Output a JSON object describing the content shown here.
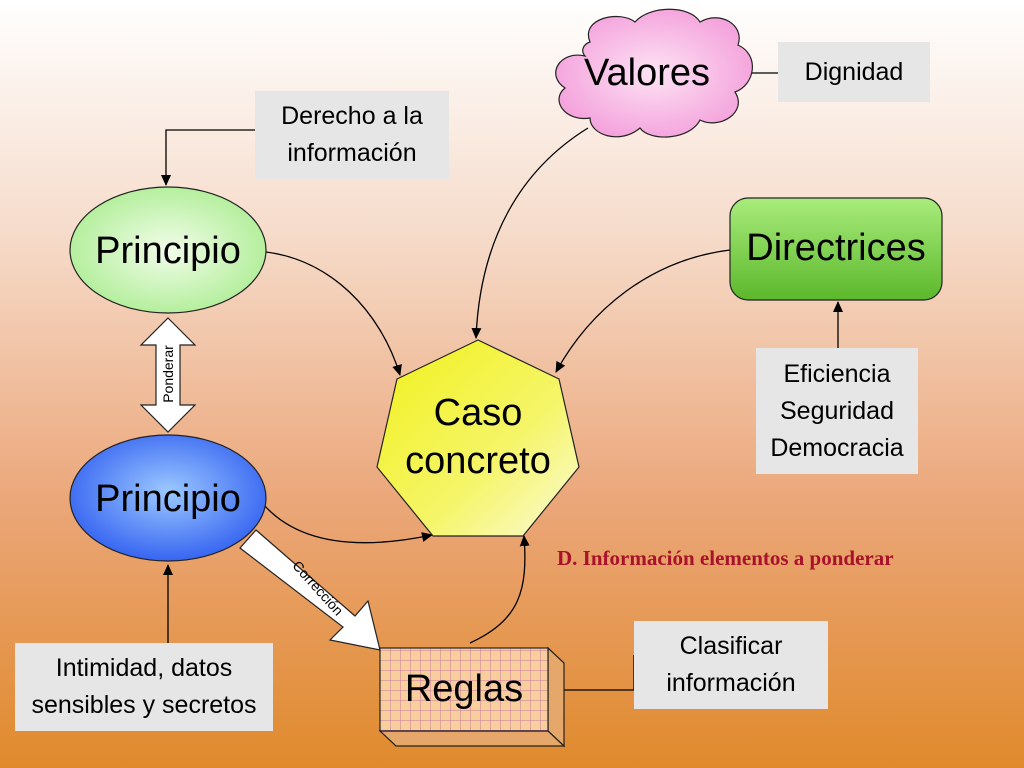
{
  "nodes": {
    "valores": "Valores",
    "principio_top": "Principio",
    "principio_bottom": "Principio",
    "directrices": "Directrices",
    "caso_concreto_line1": "Caso",
    "caso_concreto_line2": "concreto",
    "reglas": "Reglas"
  },
  "boxes": {
    "dignidad": "Dignidad",
    "derecho_line1": "Derecho a la",
    "derecho_line2": "información",
    "eficiencia": "Eficiencia",
    "seguridad": "Seguridad",
    "democracia": "Democracia",
    "intimidad_line1": "Intimidad, datos",
    "intimidad_line2": "sensibles y secretos",
    "clasificar_line1": "Clasificar",
    "clasificar_line2": "información"
  },
  "arrows": {
    "ponderar": "Ponderar",
    "correccion": "Corrección"
  },
  "title": "D. Información elementos a ponderar",
  "colors": {
    "valores_fill": "#f7a9e0",
    "principio_top_fill": "#bff2ad",
    "principio_bottom_fill": "#4a76f0",
    "directrices_fill": "#6fcb3a",
    "caso_fill": "#f2f22a",
    "reglas_fill": "#f7c993",
    "title_color": "#a8122a"
  }
}
